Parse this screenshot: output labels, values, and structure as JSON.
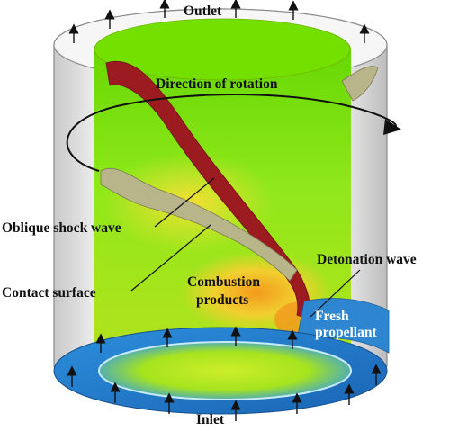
{
  "labels": {
    "outlet": "Outlet",
    "inlet": "Inlet",
    "direction_of_rotation": "Direction of rotation",
    "oblique_shock_wave": "Oblique shock wave",
    "contact_surface": "Contact surface",
    "combustion_products_line1": "Combustion",
    "combustion_products_line2": "products",
    "detonation_wave": "Detonation wave",
    "fresh_propellant_line1": "Fresh",
    "fresh_propellant_line2": "propellant"
  },
  "colors": {
    "cylinder_shell": "#d9d9d9",
    "field_green": "#7fe000",
    "field_yellow": "#f2e030",
    "combustion_orange": "#f2a61f",
    "detonation_wave": "#9b1b20",
    "contact_surface": "#b9b58a",
    "fresh_propellant": "#2f86d0",
    "annulus_blue": "#1f74c4"
  },
  "icons": {
    "flow_arrow": "arrow-up-icon",
    "rotation_arrow": "curved-arrow-icon"
  }
}
